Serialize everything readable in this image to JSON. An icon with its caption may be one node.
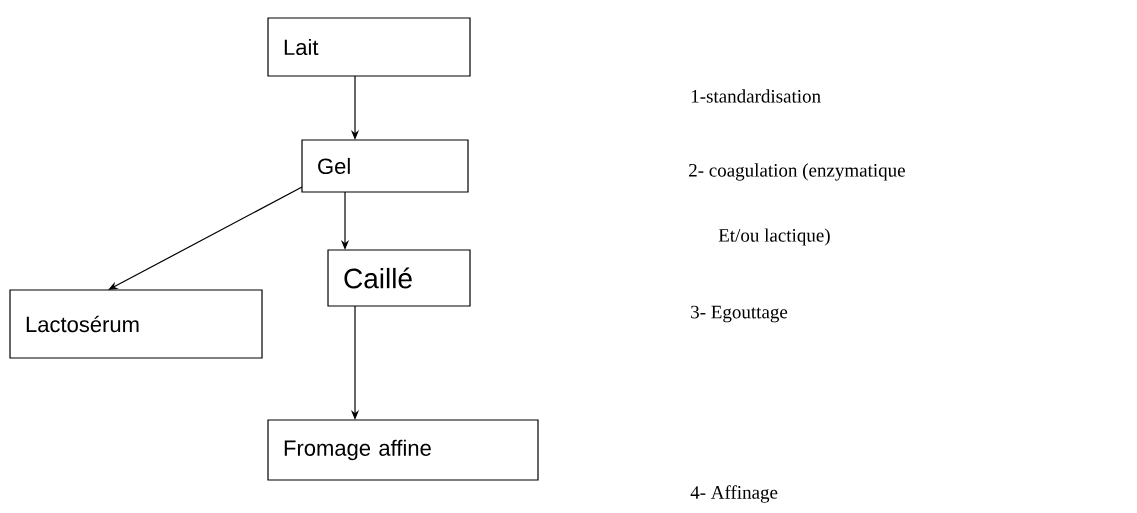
{
  "diagram": {
    "nodes": [
      {
        "text": [
          "Lait"
        ]
      },
      {
        "text": [
          "Gel"
        ]
      },
      {
        "text": [
          "Caillé"
        ]
      },
      {
        "text": [
          "Lactosérum"
        ]
      },
      {
        "text": [
          "Fromage affine"
        ]
      }
    ],
    "edges": [
      {
        "from": 0,
        "to": 1,
        "arrow": "to"
      },
      {
        "from": 1,
        "to": 2,
        "arrow": "to"
      },
      {
        "from": 1,
        "to": 3,
        "arrow": "to"
      },
      {
        "from": 2,
        "to": 4,
        "arrow": "to"
      }
    ],
    "labels": [
      "1-standardisation",
      "2- coagulation (enzymatique",
      "Et/ou lactique)",
      "3- Egouttage",
      "4- Affinage"
    ]
  }
}
